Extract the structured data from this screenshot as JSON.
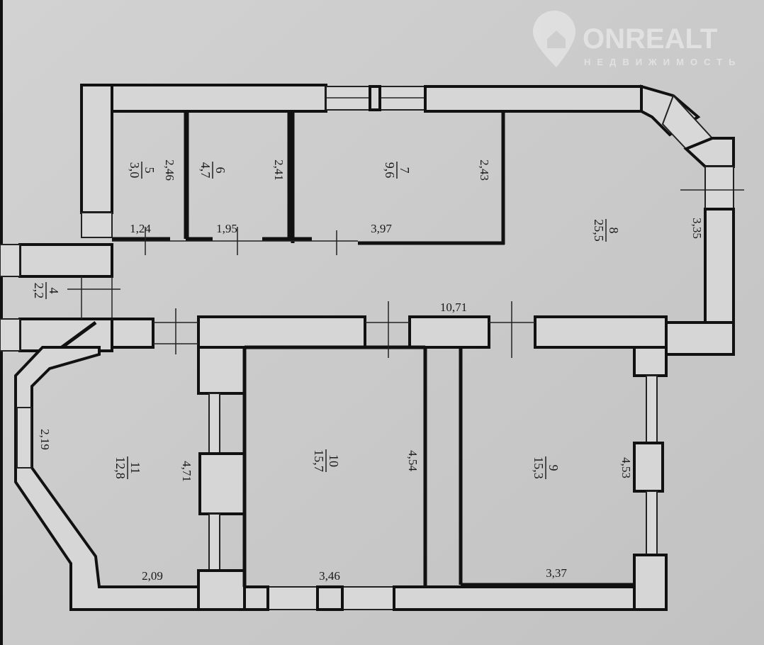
{
  "watermark": {
    "brand": "ONREALT",
    "tagline": "НЕДВИЖИМОСТЬ"
  },
  "rooms": [
    {
      "number": "4",
      "area": "2,2"
    },
    {
      "number": "5",
      "area": "3,0"
    },
    {
      "number": "6",
      "area": "4,7"
    },
    {
      "number": "7",
      "area": "9,6"
    },
    {
      "number": "8",
      "area": "25,5"
    },
    {
      "number": "9",
      "area": "15,3"
    },
    {
      "number": "10",
      "area": "15,7"
    },
    {
      "number": "11",
      "area": "12,8"
    }
  ],
  "dimensions": {
    "r5_height": "2,46",
    "r6_height": "2,41",
    "r7_height": "2,43",
    "r5_width": "1,24",
    "r6_width": "1,95",
    "r7_width": "3,97",
    "r8_height": "3,35",
    "corridor_length": "10,71",
    "r11_bay": "2,19",
    "r11_height": "4,71",
    "r10_height": "4,54",
    "r9_height": "4,53",
    "r11_width": "2,09",
    "r10_width": "3,46",
    "r9_width": "3,37"
  },
  "colors": {
    "background": "#c9c9c9",
    "wall": "#111111"
  }
}
